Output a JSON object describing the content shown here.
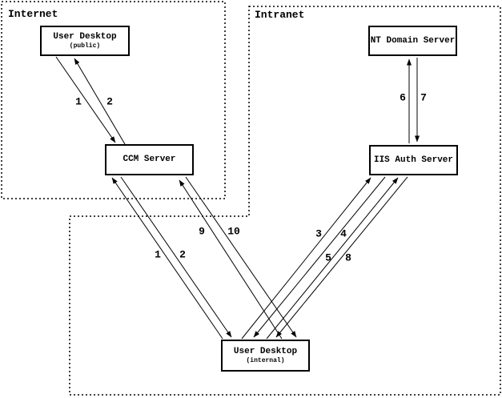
{
  "zones": [
    {
      "id": "internet",
      "label": "Internet"
    },
    {
      "id": "intranet",
      "label": "Intranet"
    }
  ],
  "nodes": [
    {
      "id": "user-desktop-public",
      "title": "User Desktop",
      "subtitle": "(public)",
      "zone": "internet"
    },
    {
      "id": "ccm-server",
      "title": "CCM Server",
      "subtitle": "",
      "zone": "internet"
    },
    {
      "id": "nt-domain-server",
      "title": "NT Domain Server",
      "subtitle": "",
      "zone": "intranet"
    },
    {
      "id": "iis-auth-server",
      "title": "IIS Auth Server",
      "subtitle": "",
      "zone": "intranet"
    },
    {
      "id": "user-desktop-internal",
      "title": "User Desktop",
      "subtitle": "(internal)",
      "zone": "intranet"
    }
  ],
  "edges": [
    {
      "label": "1",
      "from": "user-desktop-public",
      "to": "ccm-server"
    },
    {
      "label": "2",
      "from": "ccm-server",
      "to": "user-desktop-public"
    },
    {
      "label": "1",
      "from": "user-desktop-internal",
      "to": "ccm-server"
    },
    {
      "label": "2",
      "from": "ccm-server",
      "to": "user-desktop-internal"
    },
    {
      "label": "9",
      "from": "user-desktop-internal",
      "to": "ccm-server"
    },
    {
      "label": "10",
      "from": "ccm-server",
      "to": "user-desktop-internal"
    },
    {
      "label": "3",
      "from": "user-desktop-internal",
      "to": "iis-auth-server"
    },
    {
      "label": "4",
      "from": "iis-auth-server",
      "to": "user-desktop-internal"
    },
    {
      "label": "5",
      "from": "user-desktop-internal",
      "to": "iis-auth-server"
    },
    {
      "label": "8",
      "from": "iis-auth-server",
      "to": "user-desktop-internal"
    },
    {
      "label": "6",
      "from": "iis-auth-server",
      "to": "nt-domain-server"
    },
    {
      "label": "7",
      "from": "nt-domain-server",
      "to": "iis-auth-server"
    }
  ],
  "colors": {
    "line": "#000000",
    "background": "#ffffff"
  }
}
